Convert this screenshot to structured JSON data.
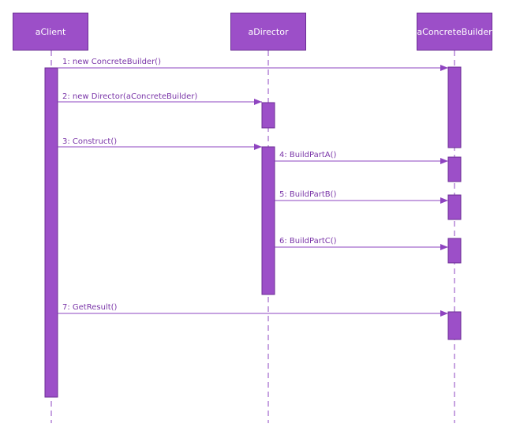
{
  "lifelines": [
    {
      "id": "client",
      "name": "aClient"
    },
    {
      "id": "director",
      "name": "aDirector"
    },
    {
      "id": "builder",
      "name": "aConcreteBuilder"
    }
  ],
  "messages": [
    {
      "label": "1: new ConcreteBuilder()",
      "from": "client",
      "to": "builder"
    },
    {
      "label": "2: new Director(aConcreteBuilder)",
      "from": "client",
      "to": "director"
    },
    {
      "label": "3: Construct()",
      "from": "client",
      "to": "director"
    },
    {
      "label": "4: BuildPartA()",
      "from": "director",
      "to": "builder"
    },
    {
      "label": "5: BuildPartB()",
      "from": "director",
      "to": "builder"
    },
    {
      "label": "6: BuildPartC()",
      "from": "director",
      "to": "builder"
    },
    {
      "label": "7: GetResult()",
      "from": "client",
      "to": "builder"
    }
  ],
  "colors": {
    "fill": "#9c4fc8",
    "stroke": "#6b2d94",
    "line": "#8e44c0",
    "text": "#7a35a8"
  }
}
